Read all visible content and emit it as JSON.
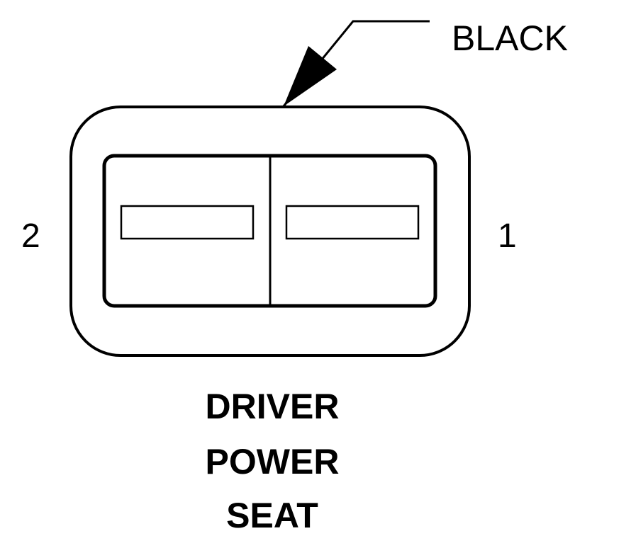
{
  "connector": {
    "color_label": "BLACK",
    "name_lines": [
      "DRIVER",
      "POWER",
      "SEAT"
    ],
    "pins": [
      {
        "id": "pin-2",
        "label": "2"
      },
      {
        "id": "pin-1",
        "label": "1"
      }
    ]
  },
  "colors": {
    "stroke": "#000000",
    "background": "#ffffff"
  }
}
